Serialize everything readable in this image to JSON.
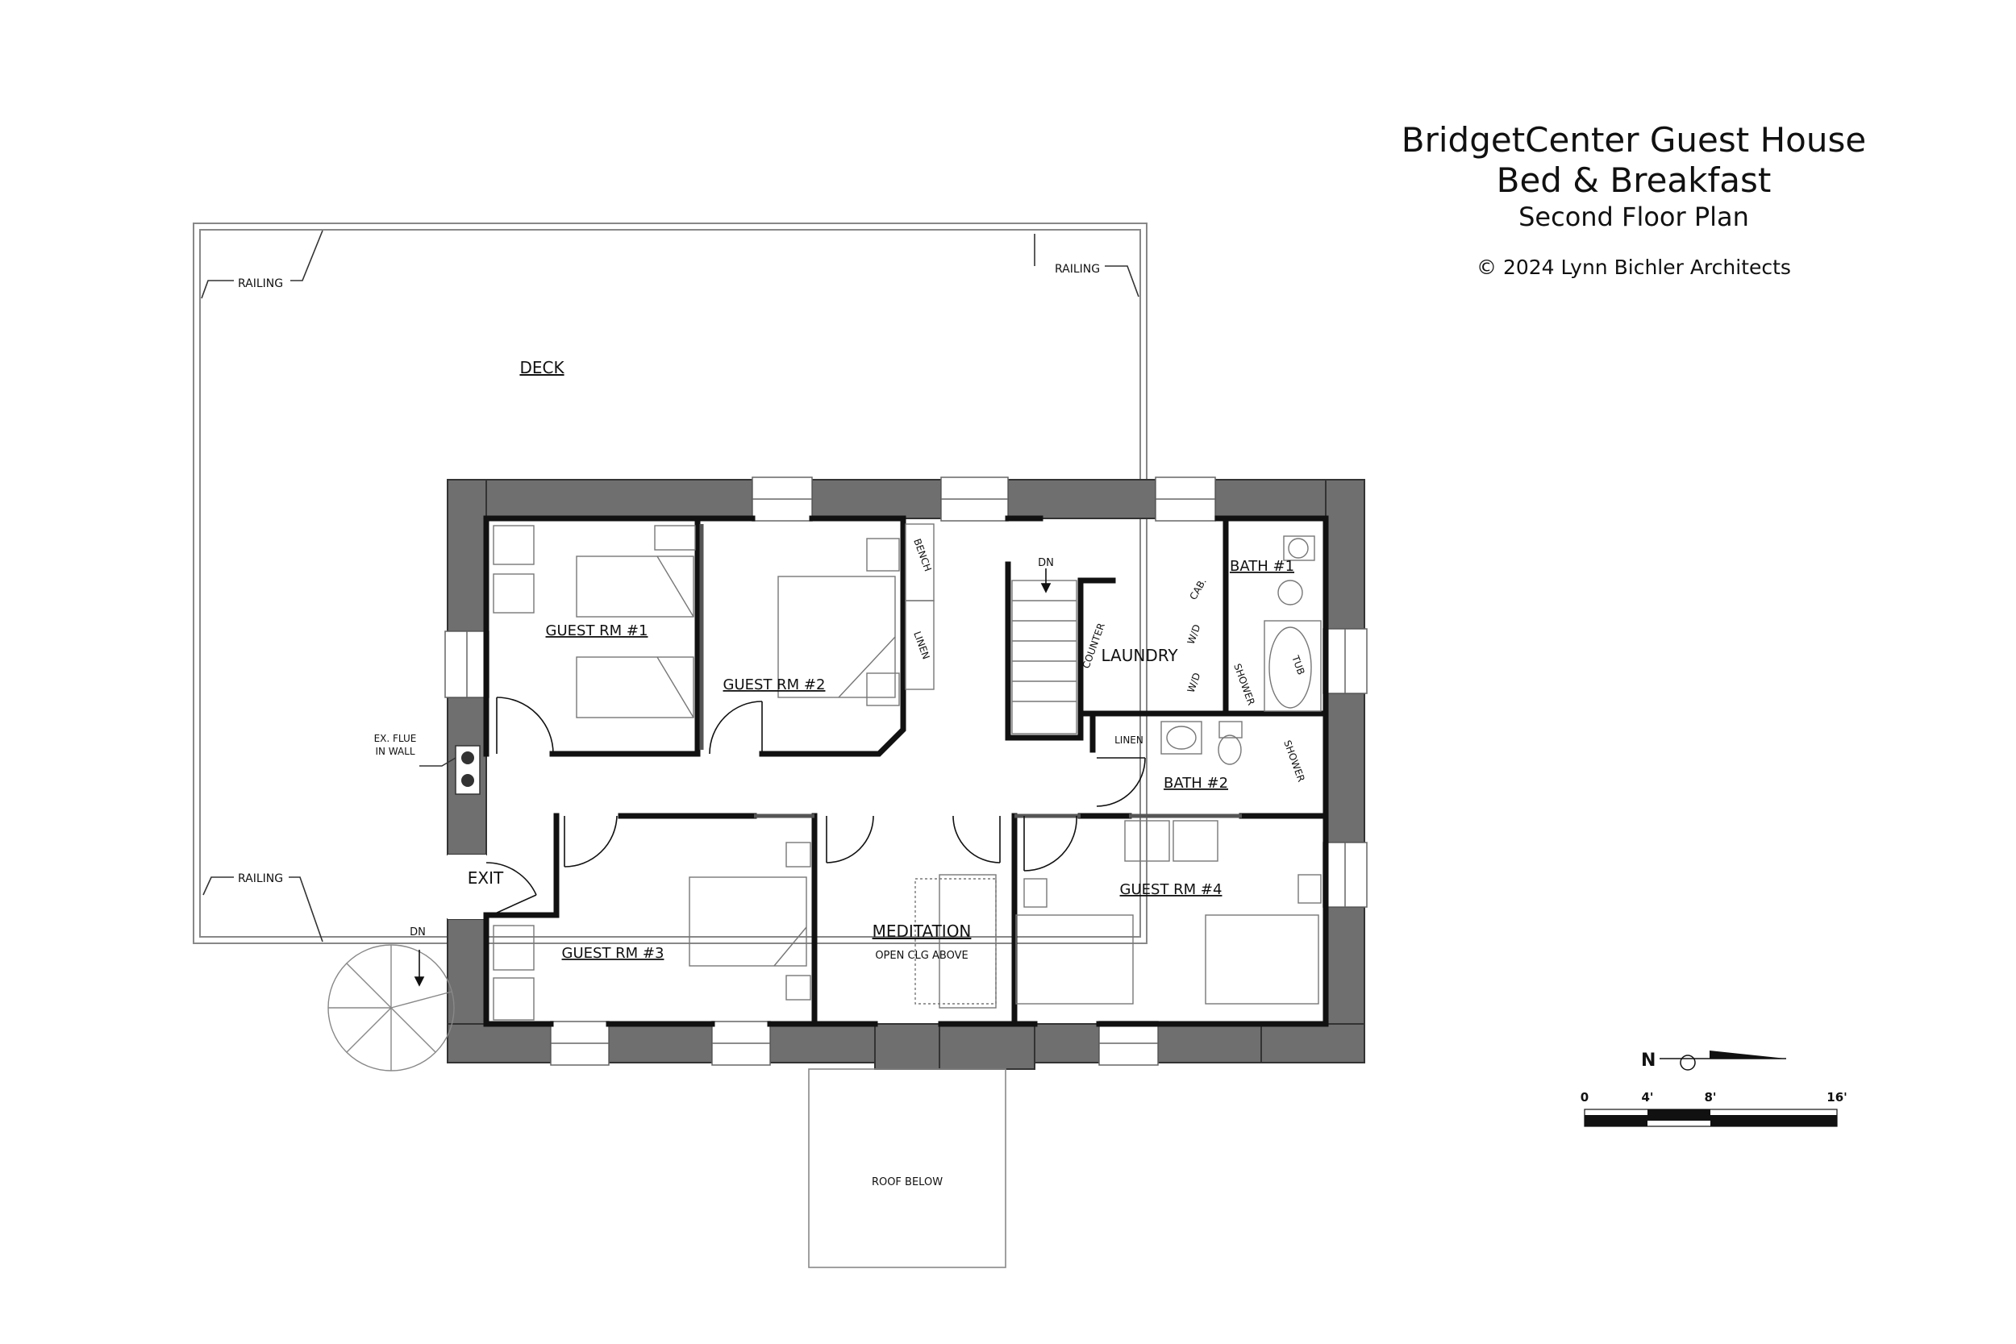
{
  "title": {
    "line1": "BridgetCenter Guest House",
    "line2": "Bed &  Breakfast",
    "line3": "Second Floor Plan",
    "copyright": "© 2024 Lynn Bichler Architects"
  },
  "labels": {
    "deck": "DECK",
    "railing": "RAILING",
    "guest_rm_1": "GUEST RM #1",
    "guest_rm_2": "GUEST RM #2",
    "guest_rm_3": "GUEST RM #3",
    "guest_rm_4": "GUEST RM #4",
    "bench": "BENCH",
    "linen": "LINEN",
    "dn": "DN",
    "laundry": "LAUNDRY",
    "counter": "COUNTER",
    "cab": "CAB.",
    "wd": "W/D",
    "bath_1": "BATH #1",
    "bath_2": "BATH #2",
    "shower": "SHOWER",
    "tub": "TUB",
    "ex_flue_line1": "EX. FLUE",
    "ex_flue_line2": "IN WALL",
    "exit": "EXIT",
    "meditation": "MEDITATION",
    "open_clg": "OPEN CLG ABOVE",
    "roof_below": "ROOF BELOW"
  },
  "north_arrow": {
    "label": "N"
  },
  "scale_bar": {
    "ticks": [
      "0",
      "4'",
      "8'",
      "16'"
    ]
  },
  "colors": {
    "wall_fill": "#6f6f6f",
    "wall_outline": "#333333",
    "line": "#111111"
  }
}
